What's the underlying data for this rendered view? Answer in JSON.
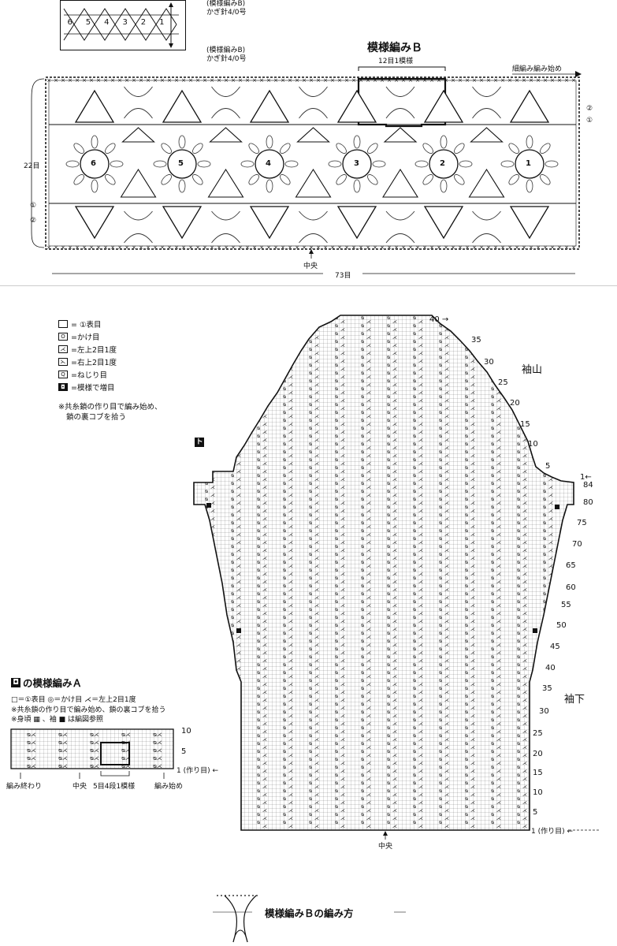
{
  "motif_header": {
    "label1": "(模様編みB)",
    "hook1": "かぎ針4/0号",
    "label2": "(模様編みB)",
    "hook2": "かぎ針4/0号",
    "cells": [
      "6",
      "5",
      "4",
      "3",
      "2",
      "1"
    ]
  },
  "pattern_b": {
    "title": "模様編みＢ",
    "repeat": "12目1模様",
    "start_note": "細編み編み始め",
    "height": "22目",
    "width": "73目",
    "center": "中央",
    "motifs": [
      "6",
      "5",
      "4",
      "3",
      "2",
      "1"
    ],
    "row_marks_right": [
      "②",
      "①"
    ],
    "row_marks_left": [
      "①",
      "②"
    ]
  },
  "legend": {
    "items": [
      {
        "sym": "",
        "text": "= ①表目"
      },
      {
        "sym": "O",
        "text": "=かけ目"
      },
      {
        "sym": "⋌",
        "text": "=左上2目1度"
      },
      {
        "sym": "⋋",
        "text": "=右上2目1度"
      },
      {
        "sym": "Q",
        "text": "=ねじり目"
      },
      {
        "sym": "◘",
        "text": "=模様で増目"
      }
    ],
    "note1": "※共糸鎖の作り目で編み始め、",
    "note2": "鎖の裏コブを拾う"
  },
  "sleeve": {
    "badge": "ト",
    "sleeve_cap": "袖山",
    "underarm": "袖下",
    "center": "中央",
    "top_row": "40 →",
    "cap_rows": [
      "35",
      "30",
      "25",
      "20",
      "15",
      "10",
      "5"
    ],
    "row_1_top": "1←",
    "side_rows": [
      "84",
      "80",
      "75",
      "70",
      "65",
      "60",
      "55",
      "50",
      "45",
      "40",
      "35",
      "30",
      "25",
      "20",
      "15",
      "10",
      "5"
    ],
    "bottom_row": "1 (作り目) ←"
  },
  "pattern_a": {
    "badge": "◘",
    "title": "の模様編みＡ",
    "legend_line": "□＝①表目  ◎＝かけ目  ⋌＝左上2目1度",
    "note1": "※共糸鎖の作り目で編み始め、鎖の裏コブを拾う",
    "note2": "※身頃 ▦ 、袖 ■ は編図参照",
    "rows": [
      "10",
      "5",
      "1 (作り目) ←"
    ],
    "label_end": "編み終わり",
    "label_center": "中央",
    "label_repeat": "5目4段1模様",
    "label_start": "編み始め"
  },
  "footer": {
    "title": "模様編みＢの編み方"
  }
}
